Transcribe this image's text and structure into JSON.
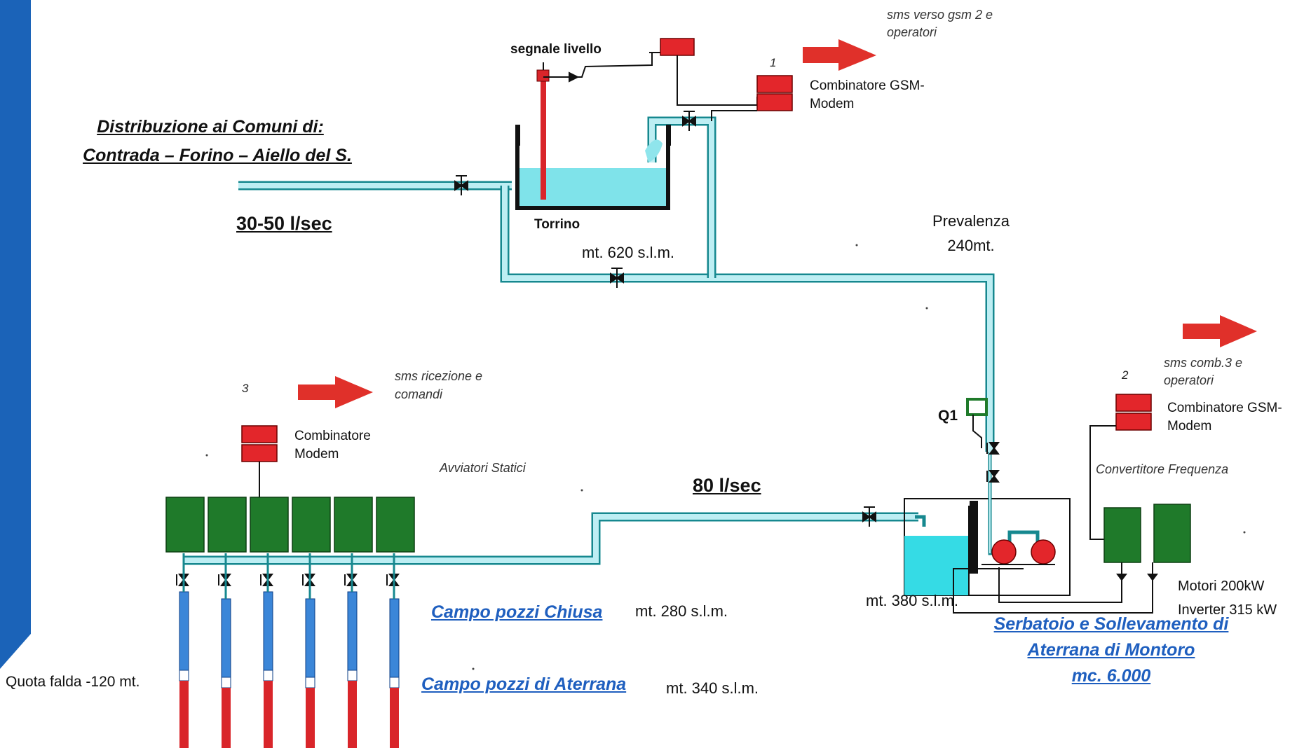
{
  "sidebar_color": "#1b63b8",
  "colors": {
    "pipe": "#bdeef3",
    "pipe_edge": "#16888f",
    "water": "#7fe3ea",
    "box_red": "#e3262b",
    "cabinet_green": "#1f7a2a",
    "arrow_red": "#e0302a"
  },
  "labels": {
    "distribuzione_line1": "Distribuzione ai Comuni di:",
    "distribuzione_line2": "Contrada – Forino – Aiello del S.",
    "flow_top": "30-50 l/sec",
    "segnale": "segnale livello",
    "sms_top_line1": "sms verso gsm 2 e",
    "sms_top_line2": "operatori",
    "num_1": "1",
    "comb_gsm_1_line1": "Combinatore GSM-",
    "comb_gsm_1_line2": "Modem",
    "torrino": "Torrino",
    "quota_torrino": "mt. 620 s.l.m.",
    "prevalenza_line1": "Prevalenza",
    "prevalenza_line2": "240mt.",
    "num_3": "3",
    "sms_ricezione_line1": "sms ricezione e",
    "sms_ricezione_line2": "comandi",
    "comb_modem_line1": "Combinatore",
    "comb_modem_line2": "Modem",
    "avviatori": "Avviatori Statici",
    "flow_bottom": "80 l/sec",
    "q1": "Q1",
    "num_2": "2",
    "sms_comb3_line1": "sms comb.3 e",
    "sms_comb3_line2": "operatori",
    "comb_gsm_2_line1": "Combinatore GSM-",
    "comb_gsm_2_line2": "Modem",
    "convertitore": "Convertitore Frequenza",
    "motori_line1": "Motori 200kW",
    "motori_line2": "Inverter 315 kW",
    "quota_serbatoio": "mt. 380 s.l.m.",
    "campo_chiusa": "Campo pozzi Chiusa",
    "quota_chiusa": "mt. 280 s.l.m.",
    "campo_aterrana": "Campo pozzi di Aterrana",
    "quota_aterrana": "mt. 340 s.l.m.",
    "quota_falda": "Quota falda -120 mt.",
    "serbatoio_line1": "Serbatoio e Sollevamento di",
    "serbatoio_line2": "Aterrana di Montoro",
    "serbatoio_line3": "mc. 6.000"
  }
}
